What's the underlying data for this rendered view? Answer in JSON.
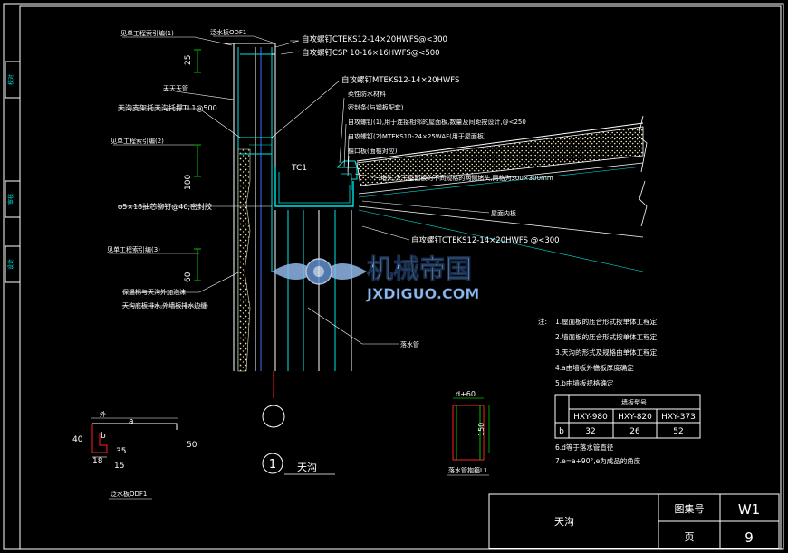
{
  "drawing": {
    "title": "天沟",
    "detail_number": "1",
    "detail_title": "天沟",
    "side_tabs": [
      "校对",
      "审核",
      "设计"
    ],
    "title_block": {
      "atlas_label": "图集号",
      "atlas_value": "W1",
      "page_label": "页",
      "page_value": "9"
    }
  },
  "labels": {
    "flashing_top": "泛水板ODF1",
    "gutter_support_spec_1": "见单工程索引编(1)",
    "screw_1": "自攻螺钉CTEKS12-14×20HWFS@<300",
    "screw_2": "自攻螺钉CSP 10-16×16HWFS@<500",
    "screw_3": "自攻螺钉MTEKS12-14×20HWFS",
    "downpipe_vert": "天天天管",
    "purlin": "天沟支架托天沟托撑TL1@500",
    "rubber": "柔性防水材料",
    "sealant": "密封条(与钢板配套)",
    "screw_4": "自攻螺钉(1),用于连接相邻的屋面板,数量及间距按设计,@<250",
    "screw_5": "自攻螺钉(2)MTEKS10-24×25WAF(用于屋面板)",
    "eave_board": "檐口板(面檐对应)",
    "mastic": "堵头,大于屋面板的不同规格的两侧堵头,网格为300×300mm",
    "spec_2": "见单工程索引编(2)",
    "tc1": "TC1",
    "rivet": "φ5×18抽芯铆钉@40,密封胶",
    "roof_inner": "屋面内板",
    "screw_6": "自攻螺钉CTEKS12-14×20HWFS @<300",
    "spec_3": "见单工程索引编(3)",
    "insulation_bottom": "保温棉与天沟外加泡沫",
    "drain_note": "天沟底板排水,外墙板排水边缝",
    "downpipe": "落水管",
    "dim_25": "25",
    "dim_100": "100",
    "dim_60": "60"
  },
  "notes": {
    "prefix": "注:",
    "items": [
      "1.屋面板的压合形式按单体工程定",
      "2.墙面板的压合形式按单体工程定",
      "3.天沟的形式及规格由单体工程定",
      "4.a由墙板外檐板厚度确定",
      "5.b由墙板规格确定",
      "6.d等于落水管直径",
      "7.e=a+90°,e为成品的角度"
    ],
    "table": {
      "header": "墙板型号",
      "columns": [
        "HXY-980",
        "HXY-820",
        "HXY-373"
      ],
      "row_label": "b",
      "values": [
        "32",
        "26",
        "52"
      ]
    }
  },
  "detail_odf1": {
    "top_label": "外",
    "a_label": "a",
    "b_label": "b",
    "dim_40": "40",
    "dim_35": "35",
    "dim_18": "18",
    "dim_15": "15",
    "dim_50": "50",
    "caption": "泛水板ODF1"
  },
  "detail_l1": {
    "top_dim": "d+60",
    "side_dim": "150",
    "caption": "落水管抱箍L1"
  },
  "watermark": {
    "text_cn": "机械帝国",
    "text_en": "JXDIGUO.COM"
  },
  "colors": {
    "background": "#000000",
    "line_white": "#ffffff",
    "line_cyan": "#00e5e5",
    "line_blue": "#3c6fff",
    "line_green": "#00c000",
    "line_red": "#ff2020",
    "insulation": "#f0e6b4",
    "watermark": "#8fb7e8"
  }
}
